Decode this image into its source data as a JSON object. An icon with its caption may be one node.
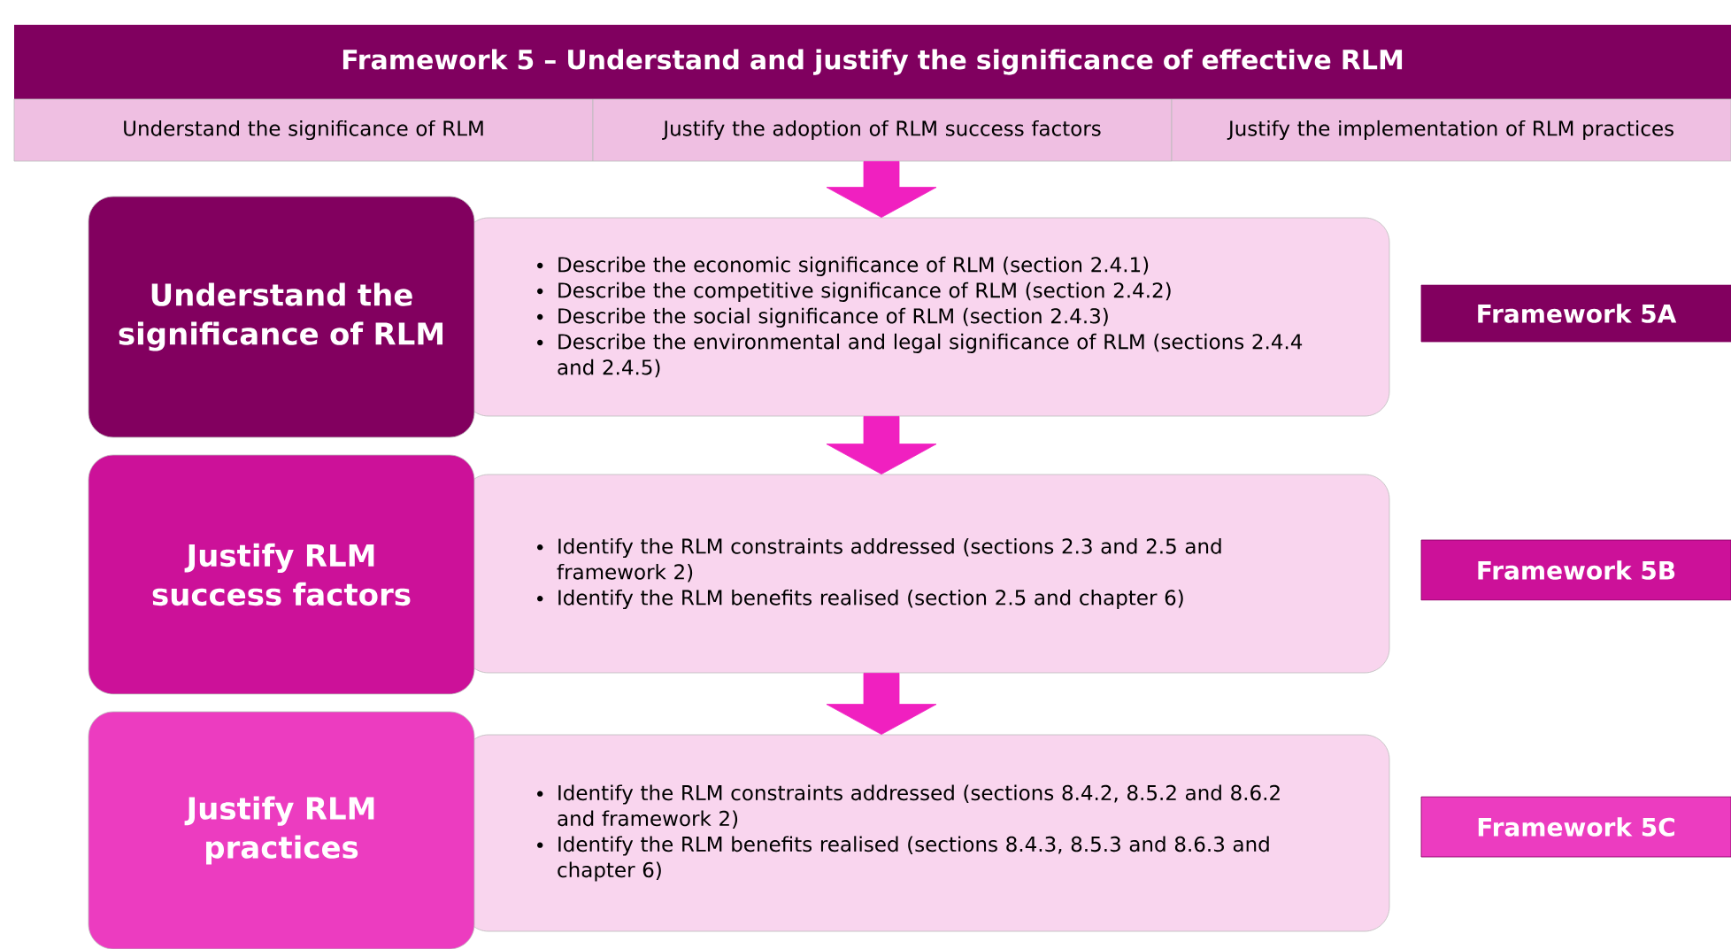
{
  "diagram": {
    "nodes": [
      {
        "text": [
          "Framework 5 – Understand and justify the significance of effective RLM"
        ]
      },
      {
        "text": [
          "Understand the significance of RLM"
        ]
      },
      {
        "text": [
          "Justify the adoption of RLM success factors"
        ]
      },
      {
        "text": [
          "Justify the implementation of RLM practices"
        ]
      },
      {
        "text": [
          "Understand the significance of RLM"
        ]
      },
      {
        "text": [
          "Describe the economic significance of RLM (section 2.4.1)",
          "Describe the competitive significance of RLM (section 2.4.2)",
          "Describe the social significance of RLM (section 2.4.3)",
          "Describe the environmental and legal significance of RLM (sections 2.4.4 and 2.4.5)"
        ]
      },
      {
        "text": [
          "Framework 5A"
        ]
      },
      {
        "text": [
          "Justify RLM success factors"
        ]
      },
      {
        "text": [
          "Identify the RLM constraints addressed (sections 2.3 and 2.5 and framework 2)",
          "Identify the RLM benefits realised (section 2.5 and chapter 6)"
        ]
      },
      {
        "text": [
          "Framework 5B"
        ]
      },
      {
        "text": [
          "Justify RLM practices"
        ]
      },
      {
        "text": [
          "Identify the RLM constraints addressed (sections 8.4.2, 8.5.2 and 8.6.2 and framework 2)",
          "Identify the RLM benefits realised (sections 8.4.3, 8.5.3 and 8.6.3 and chapter 6)"
        ]
      },
      {
        "text": [
          "Framework 5C"
        ]
      }
    ],
    "edges": [
      {
        "from": 2,
        "to": 5,
        "arrow": "to"
      },
      {
        "from": 5,
        "to": 8,
        "arrow": "to"
      },
      {
        "from": 8,
        "to": 11,
        "arrow": "to"
      }
    ]
  }
}
